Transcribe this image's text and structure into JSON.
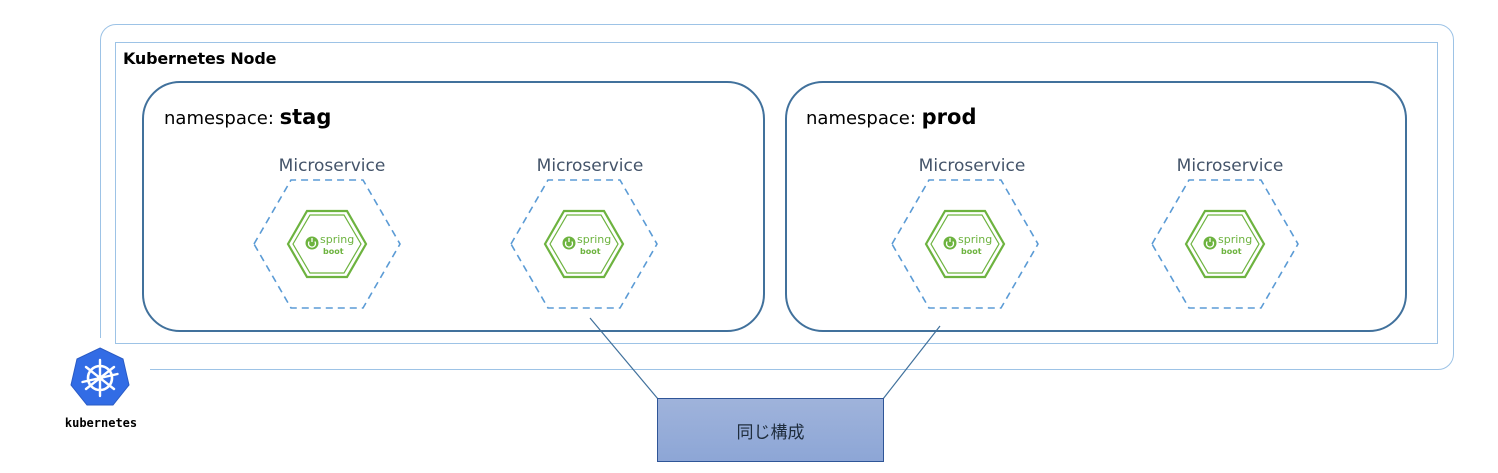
{
  "node": {
    "title": "Kubernetes Node"
  },
  "namespaces": [
    {
      "prefix": "namespace: ",
      "name": "stag",
      "services": [
        {
          "label": "Microservice",
          "logo_line1": "spring",
          "logo_line2": "boot"
        },
        {
          "label": "Microservice",
          "logo_line1": "spring",
          "logo_line2": "boot"
        }
      ]
    },
    {
      "prefix": "namespace: ",
      "name": "prod",
      "services": [
        {
          "label": "Microservice",
          "logo_line1": "spring",
          "logo_line2": "boot"
        },
        {
          "label": "Microservice",
          "logo_line1": "spring",
          "logo_line2": "boot"
        }
      ]
    }
  ],
  "kubernetes": {
    "label": "kubernetes",
    "icon": "kubernetes-helm-icon"
  },
  "callout": {
    "text": "同じ構成"
  },
  "colors": {
    "frame": "#9dc3e6",
    "namespace_border": "#41719c",
    "hex_dash": "#5b9bd5",
    "spring_green": "#6db33f",
    "k8s_blue": "#326ce5",
    "callout_fill": "#97aedb"
  }
}
